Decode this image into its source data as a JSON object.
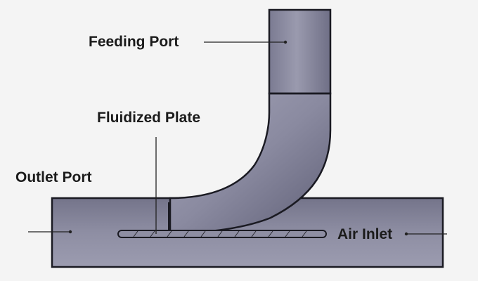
{
  "labels": {
    "feeding_port": "Feeding Port",
    "fluidized_plate": "Fluidized Plate",
    "outlet_port": "Outlet Port",
    "air_inlet": "Air Inlet"
  },
  "colors": {
    "background": "#f4f4f4",
    "pipe_fill": "#8a8aa0",
    "pipe_outline": "#1a1a22",
    "leader_line": "#222222",
    "label_text": "#1b1b1b"
  }
}
